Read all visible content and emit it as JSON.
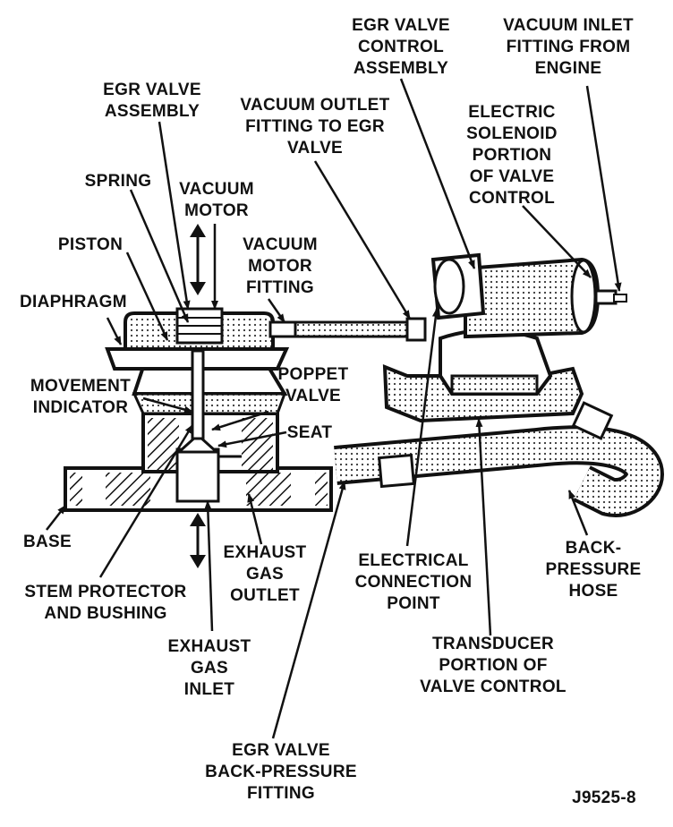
{
  "labels": {
    "egr_valve_control_assembly": "EGR VALVE\nCONTROL\nASSEMBLY",
    "vacuum_inlet_fitting": "VACUUM INLET\nFITTING FROM\nENGINE",
    "egr_valve_assembly": "EGR VALVE\nASSEMBLY",
    "vacuum_outlet_fitting": "VACUUM OUTLET\nFITTING TO EGR\nVALVE",
    "electric_solenoid": "ELECTRIC\nSOLENOID\nPORTION\nOF VALVE\nCONTROL",
    "spring": "SPRING",
    "vacuum_motor": "VACUUM\nMOTOR",
    "piston": "PISTON",
    "vacuum_motor_fitting": "VACUUM\nMOTOR\nFITTING",
    "diaphragm": "DIAPHRAGM",
    "movement_indicator": "MOVEMENT\nINDICATOR",
    "poppet_valve": "POPPET\nVALVE",
    "seat": "SEAT",
    "base": "BASE",
    "exhaust_gas_outlet": "EXHAUST\nGAS\nOUTLET",
    "electrical_connection_point": "ELECTRICAL\nCONNECTION\nPOINT",
    "back_pressure_hose": "BACK-\nPRESSURE\nHOSE",
    "stem_protector": "STEM PROTECTOR\nAND BUSHING",
    "exhaust_gas_inlet": "EXHAUST\nGAS\nINLET",
    "transducer": "TRANSDUCER\nPORTION OF\nVALVE CONTROL",
    "back_pressure_fitting": "EGR VALVE\nBACK-PRESSURE\nFITTING",
    "figure_id": "J9525-8"
  },
  "colors": {
    "ink": "#111111",
    "paper": "#ffffff",
    "shade": "#cfcfcf"
  }
}
